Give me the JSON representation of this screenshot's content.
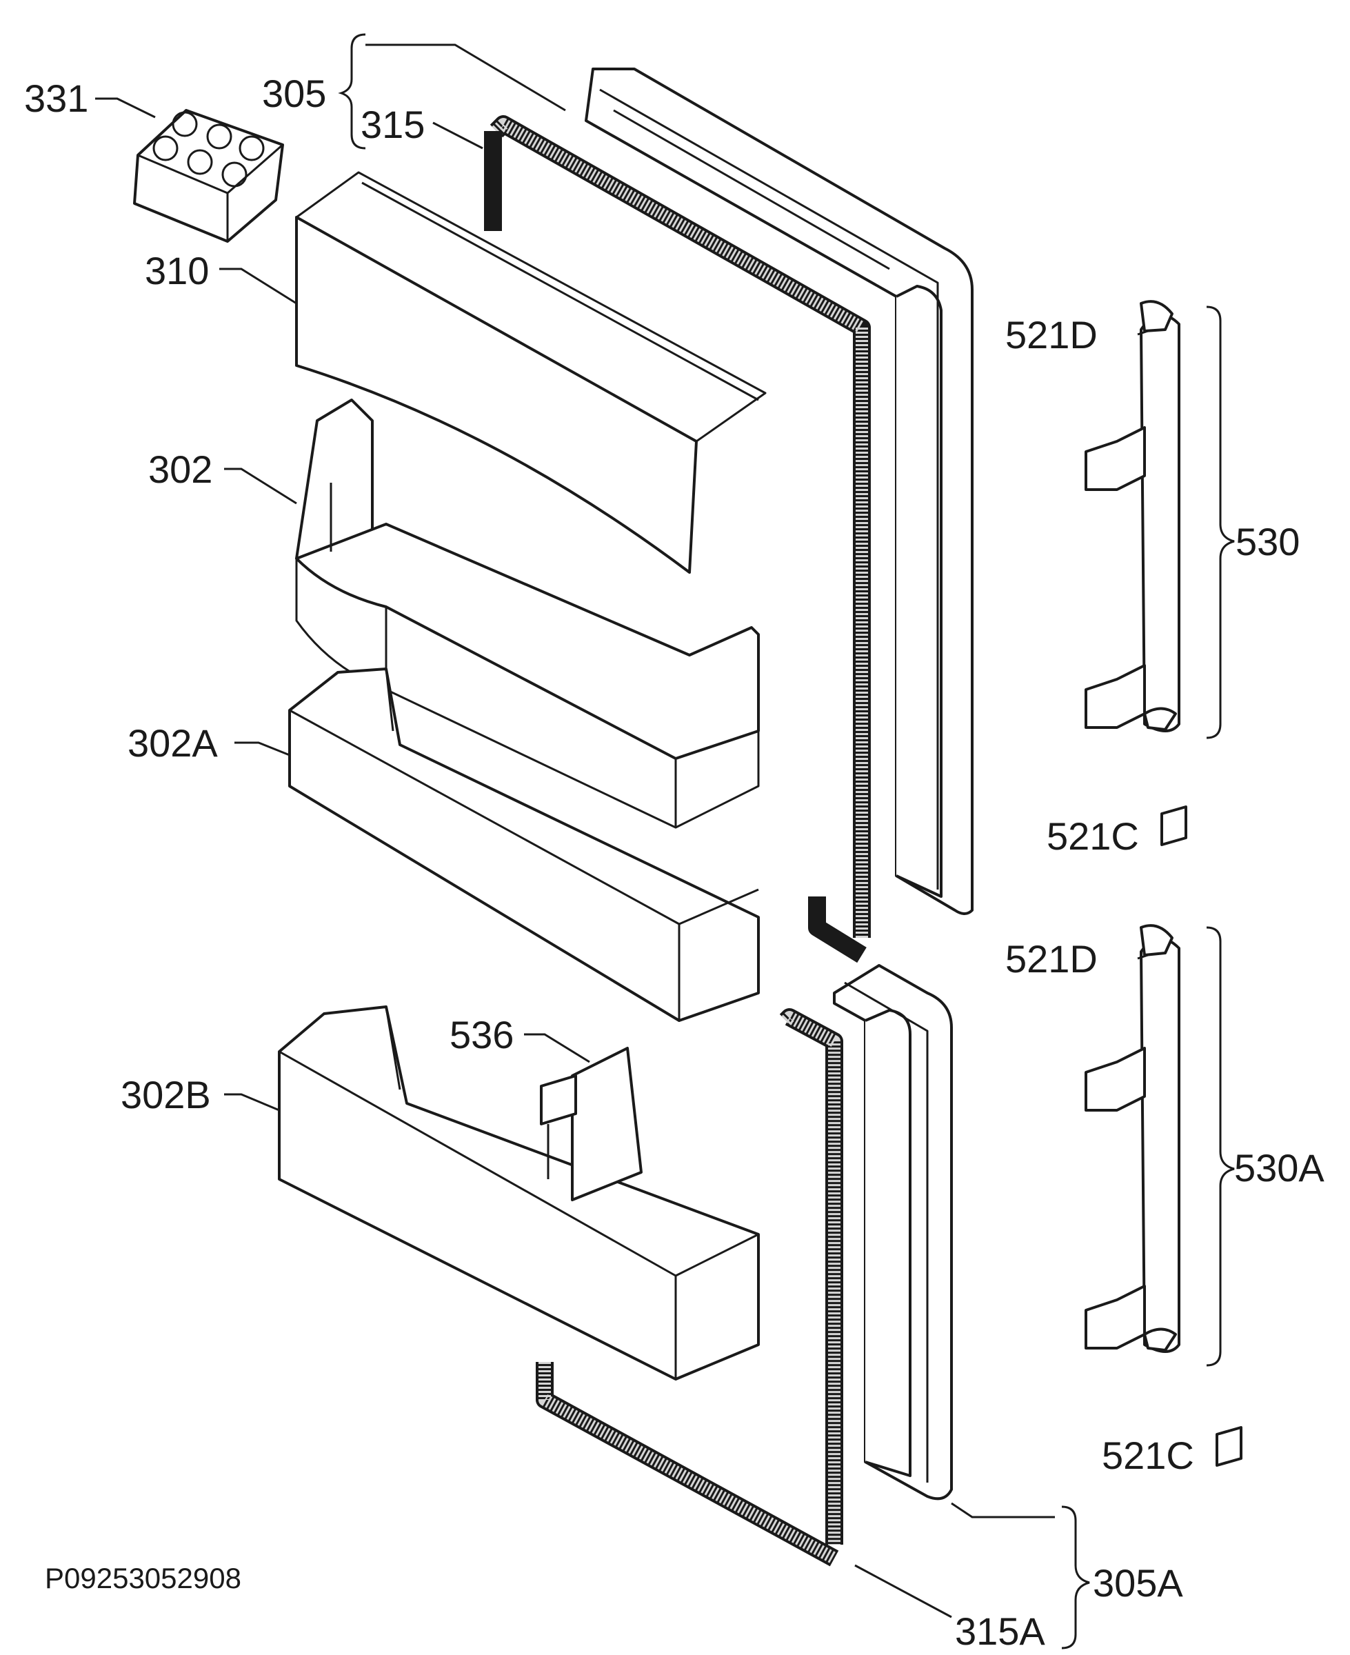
{
  "drawing_code": "P09253052908",
  "labels": {
    "l331": "331",
    "l305": "305",
    "l315": "315",
    "l310": "310",
    "l302": "302",
    "l302A": "302A",
    "l302B": "302B",
    "l536": "536",
    "l521D_top": "521D",
    "l530": "530",
    "l521C_top": "521C",
    "l521D_bottom": "521D",
    "l530A": "530A",
    "l521C_bottom": "521C",
    "l305A": "305A",
    "l315A": "315A"
  }
}
